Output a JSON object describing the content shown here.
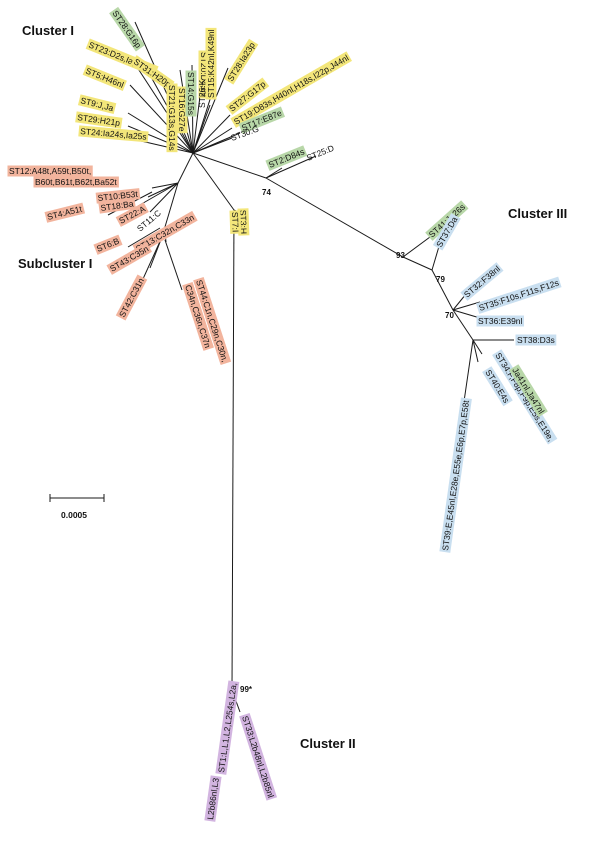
{
  "colors": {
    "green": "#b8d7a8",
    "yellow": "#f3e67a",
    "salmon": "#f2b49d",
    "blue": "#c9dff0",
    "purple": "#d2b4e0"
  },
  "clusters": {
    "cluster1": "Cluster I",
    "subcluster1": "Subcluster I",
    "cluster2": "Cluster II",
    "cluster3": "Cluster III"
  },
  "scale": {
    "label": "0.0005"
  },
  "bootstrap": {
    "b74": "74",
    "b93": "93",
    "b79": "79",
    "b70": "70",
    "b99": "99*"
  },
  "labels": {
    "st28": "ST28:G16p",
    "st23": "ST23:D2s,Ia,Ia57e",
    "st31": "ST31:H20p",
    "st5": "ST5:H46nl",
    "st9": "ST9:J,Ja",
    "st29": "ST29:H21p",
    "st24": "ST24:Ia24s,Ia25s",
    "st21": "ST21:G13s,G14s",
    "st16": "ST16:G27e",
    "st14": "ST14:G15s",
    "st20": "ST20:D43nl",
    "st26": "ST26:K",
    "st15": "ST15:K42nl,K49nl",
    "st28b": "ST28:Ia23p",
    "st27": "ST27:G17p",
    "st19": "ST19:D83s,H40nl,H18s,I22p,J44nl",
    "st17": "ST17:E87e",
    "st30": "ST30:G",
    "st12a": "ST12:A48t,A59t,B50t,",
    "st12b": "B60t,B61t,B62t,Ba52t",
    "st10": "ST10:B53t",
    "st18": "ST18:Ba",
    "st4": "ST4:A51t",
    "st22": "ST22:A",
    "st11": "ST11:C",
    "st6": "ST6:B",
    "st13": "ST13:C32n,C33n",
    "st43": "ST43:C35n",
    "st42": "ST42:C31n",
    "st44a": "ST44:C1n,C29n,C30n,",
    "st44b": "C34n,C36n,C37n",
    "st2": "ST2:D84s",
    "st25": "ST25:D",
    "st3": "ST3:H",
    "st7": "ST7:I",
    "st41": "ST41:Ja26s",
    "st37": "ST37:Da",
    "st32": "ST32:F38nl",
    "st35": "ST35:F10s,F11s,F12s",
    "st36": "ST36:E39nl",
    "st38": "ST38:D3s",
    "st34a": "ST34:F,F8p,F9p,E5s,E19e,",
    "st34b": "Ja41nl,Ja47nl",
    "st40": "ST40:E4s",
    "st39": "ST39:E,E45nl,E28e,E55e,E6p,E7p,E58t",
    "st33": "ST33:L2b48nl,L2b85nl",
    "st1a": "ST1:L,L1,L2,L254s,L2a,",
    "st1b": "L2b86nl,L3"
  }
}
